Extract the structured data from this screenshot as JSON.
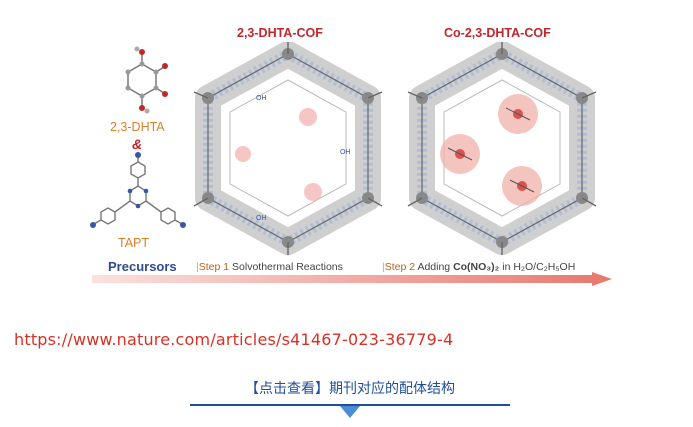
{
  "figure": {
    "title_left": "2,3-DHTA-COF",
    "title_right": "Co-2,3-DHTA-COF",
    "molecule_top": "2,3-DHTA",
    "ampersand": "&",
    "molecule_bottom": "TAPT",
    "precursors": "Precursors",
    "step1_prefix": "Step 1",
    "step1_text": "Solvothermal Reactions",
    "step2_prefix": "Step 2",
    "step2_text": "Adding",
    "step2_reagent": "Co(NO₃)₂",
    "step2_solvent": "in H₂O/C₂H₅OH",
    "colors": {
      "title": "#c0272d",
      "molecule_label": "#d9822b",
      "arrow": "#e8776d",
      "link": "#d93025",
      "cta": "#1f4e9c"
    }
  },
  "link": {
    "url": "https://www.nature.com/articles/s41467-023-36779-4"
  },
  "cta": {
    "label": "【点击查看】期刊对应的配体结构"
  }
}
